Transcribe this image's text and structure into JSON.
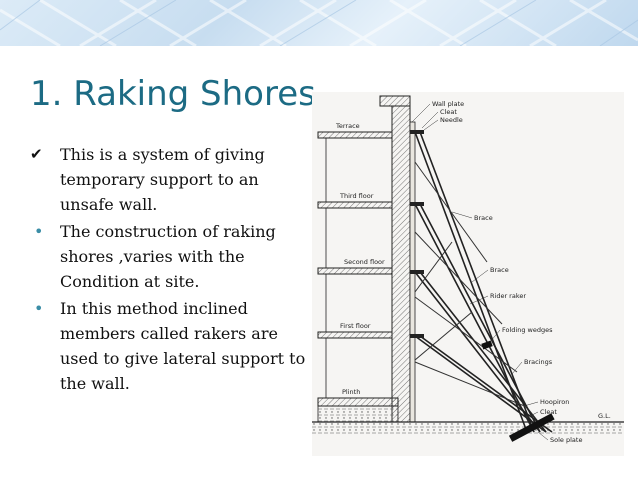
{
  "slide": {
    "title": "1. Raking Shores",
    "bullets": [
      {
        "marker": "check",
        "text": "This is a system of giving temporary support to an unsafe wall."
      },
      {
        "marker": "dot",
        "text": "The construction of raking shores ,varies with the Condition at site."
      },
      {
        "marker": "dot",
        "text": "In this method inclined members called rakers are used to give lateral support to the wall."
      }
    ]
  },
  "figure": {
    "labels": {
      "wall_plate": "Wall plate",
      "cleat_top": "Cleat",
      "needle": "Needle",
      "terrace": "Terrace",
      "third_floor": "Third floor",
      "brace_1": "Brace",
      "second_floor": "Second floor",
      "brace_2": "Brace",
      "rider_raker": "Rider raker",
      "first_floor": "First floor",
      "folding_wedges": "Folding wedges",
      "bracings": "Bracings",
      "plinth": "Plinth",
      "hoopiron": "Hoopiron",
      "cleat_bottom": "Cleat",
      "gl": "G.L.",
      "sole_plate": "Sole plate"
    }
  },
  "colors": {
    "title": "#1c6b84",
    "dot_bullet": "#3a8da6",
    "topbar": "#c7ddf0"
  }
}
